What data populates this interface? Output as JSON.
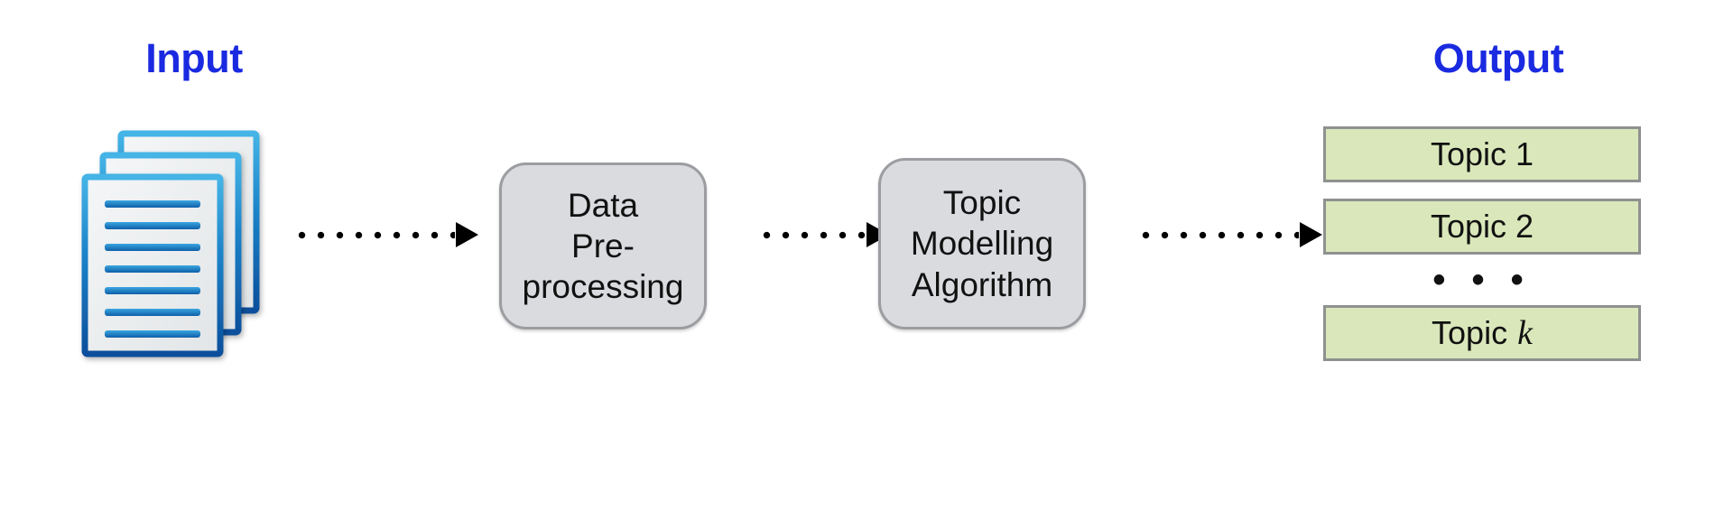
{
  "diagram": {
    "title_input": "Input",
    "title_output": "Output",
    "accent_color": "#1a2ae0",
    "process_box_fill": "#d9dbdf",
    "process_box_border": "#9b9da1",
    "topic_box_fill": "#d9e7ba",
    "topic_box_border": "#8f918f",
    "arrow_color": "#000000",
    "background": "#ffffff"
  },
  "input": {
    "icon": "document-stack-icon",
    "document_count": 3,
    "text_line_count": 7,
    "outline_color": "#1667b8",
    "page_color": "#eceef0"
  },
  "stages": [
    {
      "id": "data-preprocessing",
      "lines": [
        "Data",
        "Pre-",
        "processing"
      ]
    },
    {
      "id": "topic-modelling-algorithm",
      "lines": [
        "Topic",
        "Modelling",
        "Algorithm"
      ]
    }
  ],
  "arrows": [
    {
      "id": "arrow-input-to-preprocessing",
      "style": "dotted",
      "head": "filled-triangle"
    },
    {
      "id": "arrow-preprocessing-to-algorithm",
      "style": "dotted",
      "head": "filled-triangle"
    },
    {
      "id": "arrow-algorithm-to-output",
      "style": "dotted",
      "head": "filled-triangle"
    }
  ],
  "output": {
    "topics": [
      {
        "id": "topic-1",
        "label": "Topic 1"
      },
      {
        "id": "topic-2",
        "label": "Topic 2"
      },
      {
        "id": "topic-k",
        "label_prefix": "Topic",
        "label_variable": "k"
      }
    ],
    "ellipsis": "• • •"
  }
}
